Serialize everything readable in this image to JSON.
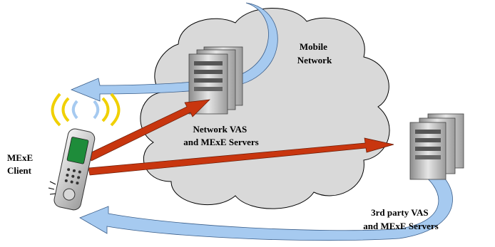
{
  "labels": {
    "mobile_network": [
      "Mobile",
      "Network"
    ],
    "network_servers": [
      "Network  VAS",
      "and MExE Servers"
    ],
    "client": [
      "MExE",
      "Client"
    ],
    "third_party_servers": [
      "3rd party VAS",
      "and MExE Servers"
    ]
  },
  "colors": {
    "cloud_fill": "#d9d9d9",
    "cloud_stroke": "#000000",
    "arrow_red": "#c8360f",
    "arrow_blue": "#a6caf0",
    "signal_yellow": "#f0d000",
    "server_gray": "#b0b0b0"
  }
}
